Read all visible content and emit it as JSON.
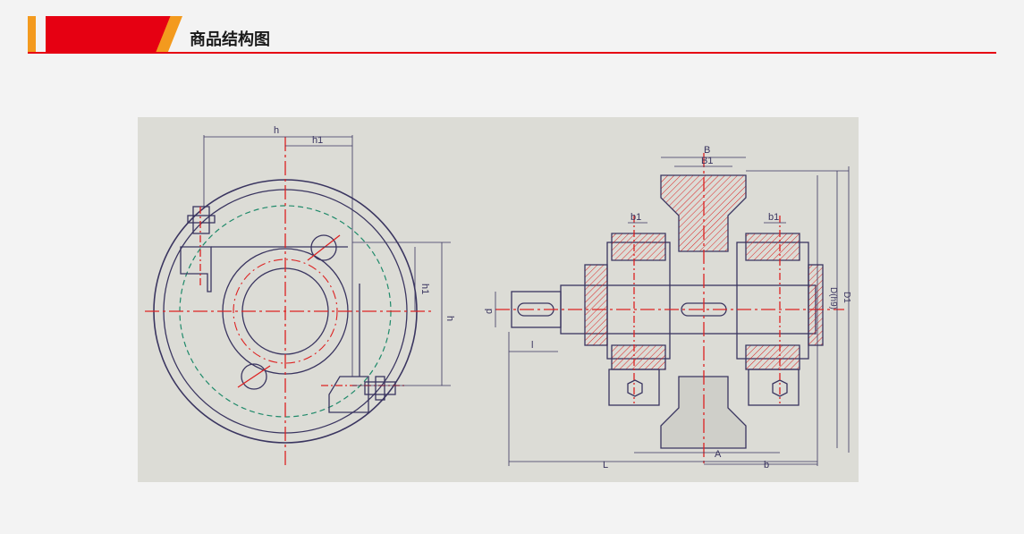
{
  "header": {
    "title": "商品结构图",
    "accent_color": "#e60012",
    "secondary_color": "#f39a1e"
  },
  "diagram": {
    "labels": {
      "left_h_top": "h",
      "left_h1_top": "h1",
      "left_h1_side": "h1",
      "left_h_side": "h",
      "right_B": "B",
      "right_B1": "B1",
      "right_b1_left": "b1",
      "right_b1_right": "b1",
      "right_d": "d",
      "right_l": "l",
      "right_L": "L",
      "right_A": "A",
      "right_b": "b",
      "right_Dh9": "D(h9)",
      "right_D1": "D1"
    }
  }
}
